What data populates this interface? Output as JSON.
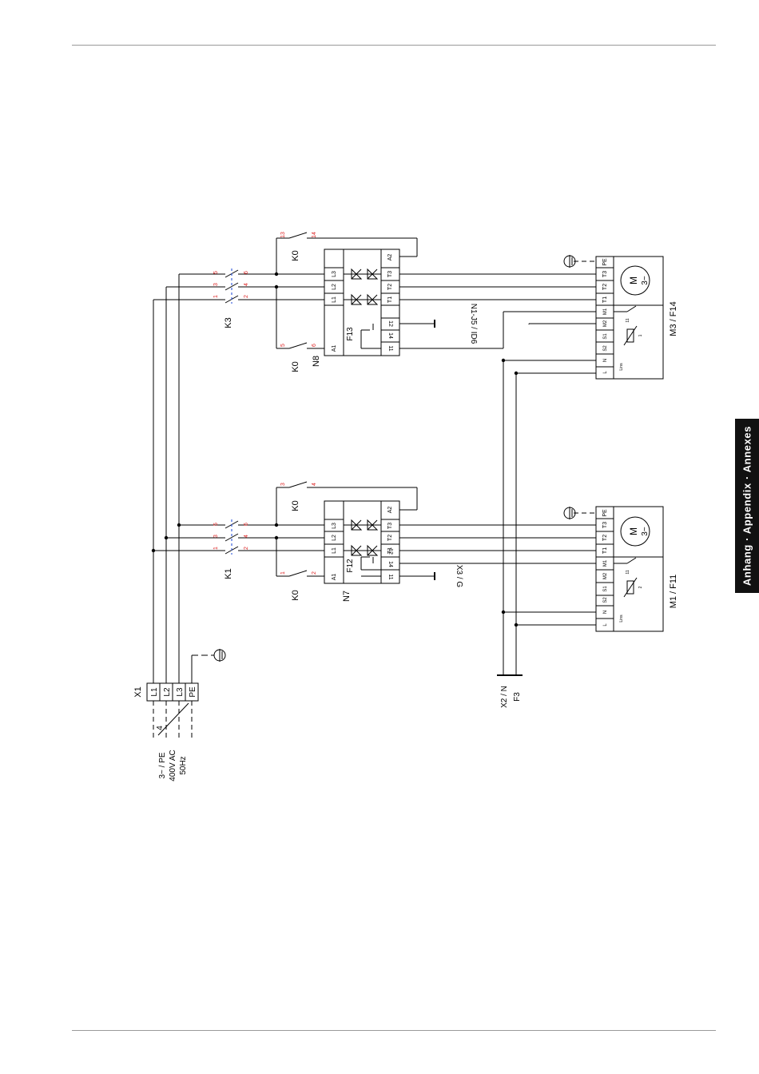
{
  "side_tab": {
    "text": "Anhang · Appendix · Annexes"
  },
  "supply": {
    "terminal": "X1",
    "lines": [
      "L1",
      "L2",
      "L3",
      "PE"
    ],
    "cable_count": "4",
    "spec": [
      "3~ / PE",
      "400V AC",
      "50Hz"
    ]
  },
  "contactors": {
    "k1": {
      "name": "K1",
      "pins_top": [
        "5",
        "3",
        "1"
      ],
      "pins_bottom": [
        "6",
        "4",
        "2"
      ]
    },
    "k3": {
      "name": "K3",
      "pins_top": [
        "5",
        "3",
        "1"
      ],
      "pins_bottom": [
        "6",
        "4",
        "2"
      ]
    }
  },
  "aux_contacts": {
    "k0_a": {
      "name": "K0",
      "pin_a": "1",
      "pin_b": "2"
    },
    "k0_b": {
      "name": "K0",
      "pin_a": "3",
      "pin_b": "4"
    },
    "k0_c": {
      "name": "K0",
      "pin_a": "5",
      "pin_b": "6"
    },
    "k0_d": {
      "name": "K0",
      "pin_a": "13",
      "pin_b": "14"
    }
  },
  "softstarters": {
    "lower": {
      "device": "N7",
      "fuse": "F12",
      "inputs": [
        "L1",
        "L2",
        "L3"
      ],
      "outputs": [
        "T1",
        "T2",
        "T3"
      ],
      "control": [
        "A1",
        "A2"
      ],
      "relay": [
        "11",
        "14",
        "12"
      ],
      "signal": "X3 / G"
    },
    "upper": {
      "device": "N8",
      "fuse": "F13",
      "inputs": [
        "L1",
        "L2",
        "L3"
      ],
      "outputs": [
        "T1",
        "T2",
        "T3"
      ],
      "control": [
        "A1",
        "A2"
      ],
      "relay": [
        "11",
        "14",
        "12"
      ],
      "signal": "N1-J5 / ID6"
    }
  },
  "motors": {
    "lower": {
      "name": "M1 / F11",
      "terminals": [
        "L",
        "N",
        "S2",
        "S1",
        "M2",
        "M1",
        "T1",
        "T2",
        "T3",
        "PE"
      ],
      "symbol": "M",
      "phase": "3~",
      "lins": "Lins",
      "th1": "11",
      "th2": "2"
    },
    "upper": {
      "name": "M3 / F14",
      "terminals": [
        "L",
        "N",
        "S2",
        "S1",
        "M2",
        "M1",
        "T1",
        "T2",
        "T3",
        "PE"
      ],
      "symbol": "M",
      "phase": "3~",
      "lins": "Lins",
      "th1": "11",
      "th2": "1"
    }
  },
  "neutral": {
    "x2": "X2 / N",
    "f3": "F3"
  }
}
